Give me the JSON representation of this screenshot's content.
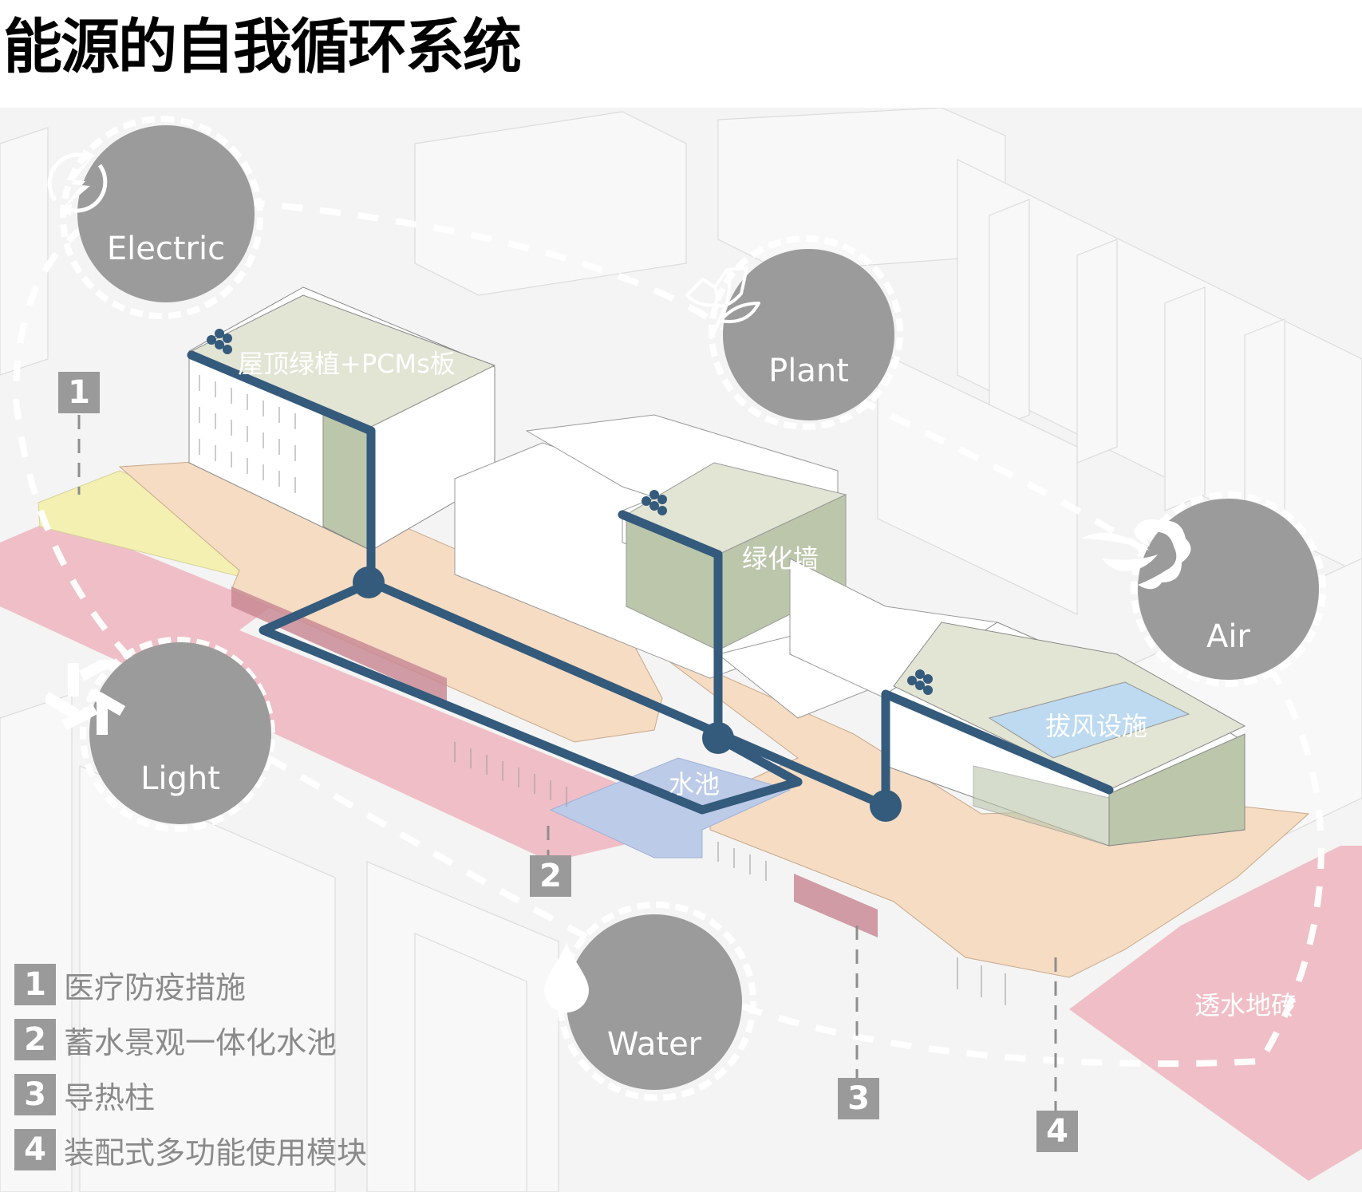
{
  "title": "能源的自我循环系统",
  "colors": {
    "pipe": "#345a7c",
    "circle_fill": "#9b9b9b",
    "deck": "#f5dcc3",
    "green_roof": "#e2e4d4",
    "green_wall": "#bcc6aa",
    "pink_paving": "#f0bec6",
    "yellow_zone": "#f3f0b2",
    "water": "#bccbe8",
    "wind_facility": "#b7d9f5",
    "badge": "#9a9a9a"
  },
  "energy_circles": [
    {
      "name": "Electric",
      "icon": "electric-cycle-icon"
    },
    {
      "name": "Plant",
      "icon": "flower-icon"
    },
    {
      "name": "Air",
      "icon": "wind-cloud-icon"
    },
    {
      "name": "Light",
      "icon": "pinwheel-icon"
    },
    {
      "name": "Water",
      "icon": "water-drop-icon"
    }
  ],
  "scene_labels": {
    "roof_green": "屋顶绿植+PCMs板",
    "green_wall": "绿化墙",
    "wind_facility": "拔风设施",
    "pool": "水池",
    "paving": "透水地砖"
  },
  "callouts": [
    "1",
    "2",
    "3",
    "4"
  ],
  "legend": [
    {
      "num": "1",
      "text": "医疗防疫措施"
    },
    {
      "num": "2",
      "text": "蓄水景观一体化水池"
    },
    {
      "num": "3",
      "text": "导热柱"
    },
    {
      "num": "4",
      "text": "装配式多功能使用模块"
    }
  ]
}
